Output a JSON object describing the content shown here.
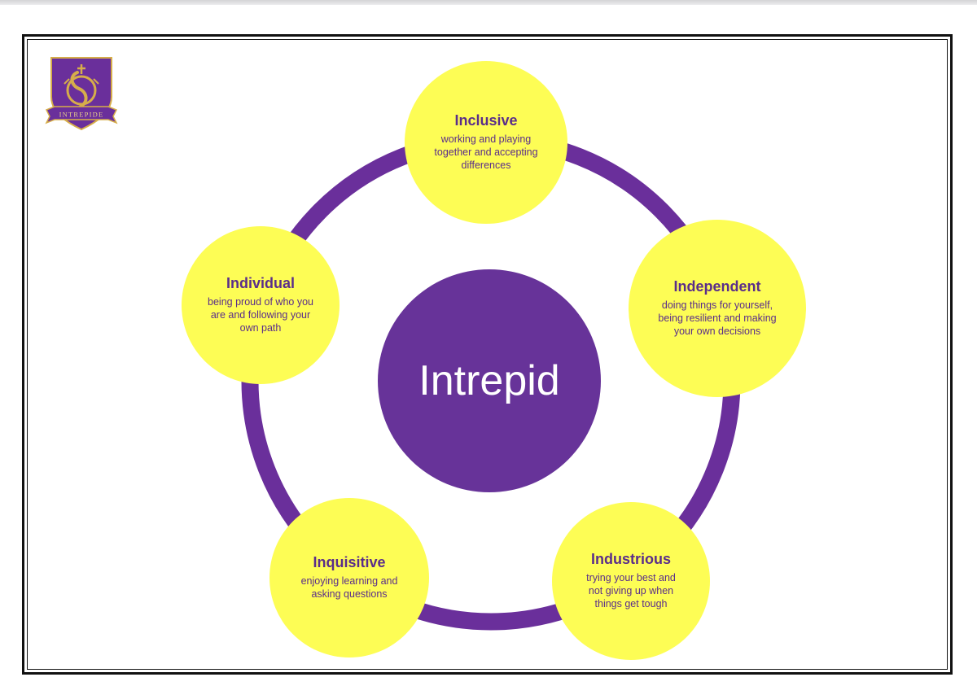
{
  "logo": {
    "text": "INTREPIDE"
  },
  "diagram": {
    "center_label": "Intrepid",
    "nodes": [
      {
        "title": "Inclusive",
        "description": "working and playing together and accepting differences"
      },
      {
        "title": "Independent",
        "description": "doing things for yourself, being resilient and making your own decisions"
      },
      {
        "title": "Industrious",
        "description": "trying your best and not giving up when things get tough"
      },
      {
        "title": "Inquisitive",
        "description": "enjoying learning and asking questions"
      },
      {
        "title": "Individual",
        "description": "being proud of who you are and following your own path"
      }
    ]
  },
  "colors": {
    "purple": "#673399",
    "ring_purple": "#6a2f9b",
    "yellow": "#fdfd55",
    "text_purple": "#5a2d8a",
    "crest_gold": "#d6ad4a"
  }
}
